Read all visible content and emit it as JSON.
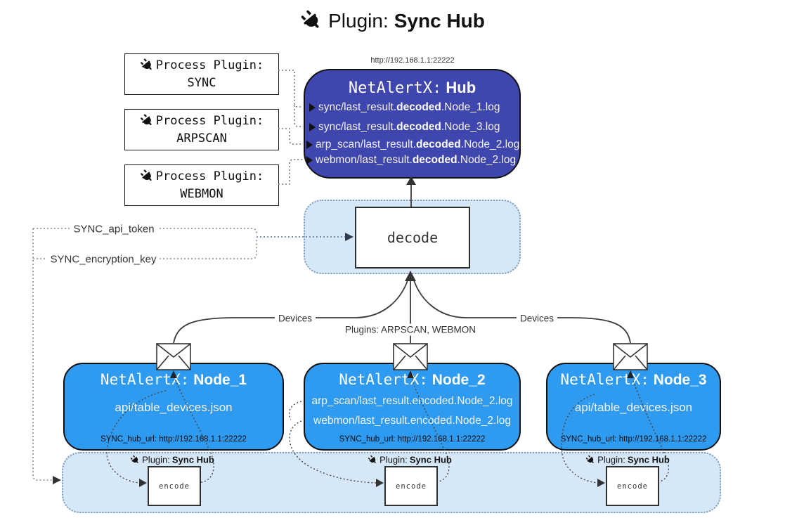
{
  "title": {
    "prefix": "Plugin:",
    "name": "Sync Hub"
  },
  "hub": {
    "url": "http://192.168.1.1:22222",
    "name_prefix": "NetAlertX:",
    "name": "Hub",
    "logs": [
      {
        "pre": "sync/last_result.",
        "em": "decoded",
        "post": ".Node_1.log"
      },
      {
        "pre": "sync/last_result.",
        "em": "decoded",
        "post": ".Node_3.log"
      },
      {
        "pre": "arp_scan/last_result.",
        "em": "decoded",
        "post": ".Node_2.log"
      },
      {
        "pre": "webmon/last_result.",
        "em": "decoded",
        "post": ".Node_2.log"
      }
    ]
  },
  "process_plugins": [
    {
      "label": "Process Plugin:",
      "name": "SYNC"
    },
    {
      "label": "Process Plugin:",
      "name": "ARPSCAN"
    },
    {
      "label": "Process Plugin:",
      "name": "WEBMON"
    }
  ],
  "settings": {
    "api_token": "SYNC_api_token",
    "encryption_key": "SYNC_encryption_key"
  },
  "decode_label": "decode",
  "edge_labels": {
    "devices_left": "Devices",
    "plugins_center": "Plugins: ARPSCAN, WEBMON",
    "devices_right": "Devices"
  },
  "nodes": [
    {
      "name_prefix": "NetAlertX:",
      "name": "Node_1",
      "lines": [
        "api/table_devices.json"
      ],
      "hub_url": "SYNC_hub_url: http://192.168.1.1:22222"
    },
    {
      "name_prefix": "NetAlertX:",
      "name": "Node_2",
      "lines": [
        "arp_scan/last_result.encoded.Node_2.log",
        "webmon/last_result.encoded.Node_2.log"
      ],
      "hub_url": "SYNC_hub_url: http://192.168.1.1:22222"
    },
    {
      "name_prefix": "NetAlertX:",
      "name": "Node_3",
      "lines": [
        "api/table_devices.json"
      ],
      "hub_url": "SYNC_hub_url: http://192.168.1.1:22222"
    }
  ],
  "encoders": [
    {
      "label_prefix": "Plugin:",
      "label_name": "Sync Hub",
      "box_label": "encode"
    },
    {
      "label_prefix": "Plugin:",
      "label_name": "Sync Hub",
      "box_label": "encode"
    },
    {
      "label_prefix": "Plugin:",
      "label_name": "Sync Hub",
      "box_label": "encode"
    }
  ],
  "colors": {
    "hub_fill": "#3f46ad",
    "node_fill": "#2e9af0",
    "panel_fill": "#d6e8f8",
    "panel_border": "#7f9db9",
    "edge": "#3a3a3a"
  }
}
